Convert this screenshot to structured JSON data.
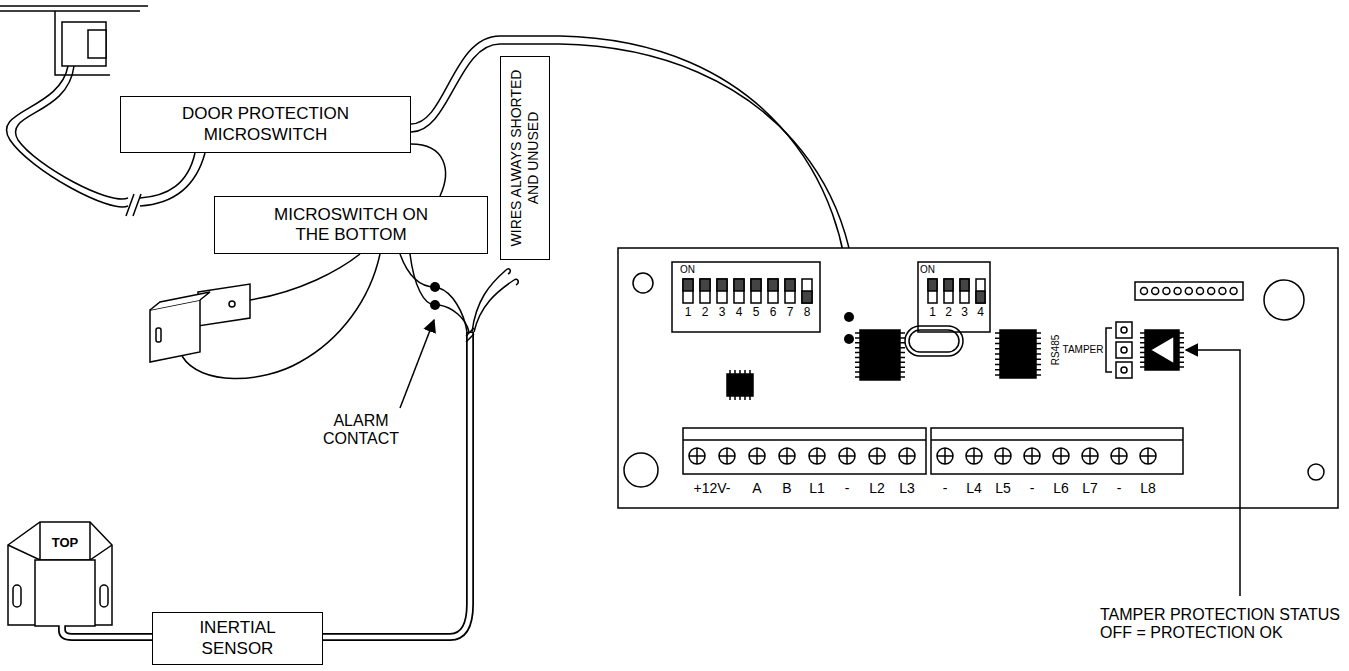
{
  "diagram": {
    "nodes": [
      {
        "text": [
          "DOOR PROTECTION MICROSWITCH"
        ]
      },
      {
        "text": [
          "MICROSWITCH ON THE BOTTOM"
        ]
      },
      {
        "text": [
          "WIRES ALWAYS SHORTED AND UNUSED"
        ]
      },
      {
        "text": [
          "INERTIAL SENSOR"
        ]
      }
    ],
    "labels": [
      "ON",
      "1",
      "2",
      "3",
      "4",
      "5",
      "6",
      "7",
      "8",
      "ON",
      "1",
      "2",
      "3",
      "4",
      "RS485",
      "TAMPER",
      "+12V-",
      "A",
      "B",
      "L1",
      "-",
      "L2",
      "L3",
      "-",
      "L4",
      "L5",
      "-",
      "L6",
      "L7",
      "-",
      "L8",
      "ALARM CONTACT",
      "TAMPER PROTECTION STATUS OFF = PROTECTION OK",
      "TOP"
    ]
  }
}
